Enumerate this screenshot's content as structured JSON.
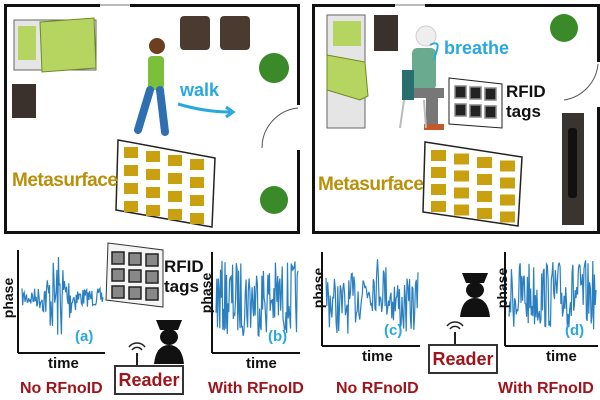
{
  "left_scene": {
    "activity_label": "walk",
    "metasurface_label": "Metasurface"
  },
  "right_scene": {
    "activity_label": "breathe",
    "rfid_label_line1": "RFID",
    "rfid_label_line2": "tags",
    "metasurface_label": "Metasurface"
  },
  "bottom_left": {
    "rfid_label_line1": "RFID",
    "rfid_label_line2": "tags",
    "reader_label": "Reader",
    "plot_a": {
      "ylabel": "phase",
      "xlabel": "time",
      "tag": "(a)",
      "caption": "No RFnoID"
    },
    "plot_b": {
      "ylabel": "phase",
      "xlabel": "time",
      "tag": "(b)",
      "caption": "With RFnoID"
    }
  },
  "bottom_right": {
    "reader_label": "Reader",
    "plot_c": {
      "ylabel": "phase",
      "xlabel": "time",
      "tag": "(c)",
      "caption": "No RFnoID"
    },
    "plot_d": {
      "ylabel": "phase",
      "xlabel": "time",
      "tag": "(d)",
      "caption": "With RFnoID"
    }
  },
  "colors": {
    "signal": "#2a7fc0",
    "metasurface": "#c8a010",
    "label_blue": "#29a8e0",
    "caption_red": "#a0141b",
    "bed": "#b5d560"
  },
  "icons": [
    "bed-icon",
    "nightstand-icon",
    "armchair-icon",
    "plant-icon",
    "door-icon",
    "person-walking-icon",
    "elderly-person-icon",
    "chair-icon",
    "tv-icon",
    "rfid-tag-icon",
    "spy-icon",
    "antenna-icon"
  ]
}
